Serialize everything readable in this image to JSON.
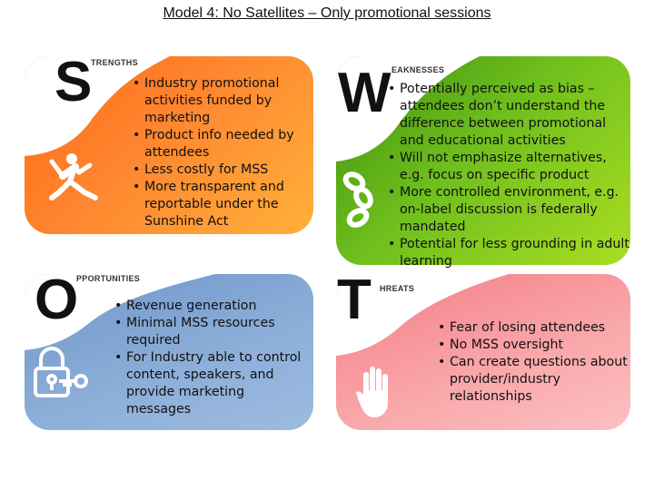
{
  "title": "Model 4: No Satellites – Only promotional sessions",
  "quadrants": [
    {
      "letter": "S",
      "rest": "TRENGTHS",
      "icon": "running-person-icon",
      "color": "#ff7a1f",
      "items": [
        "Industry promotional activities funded by marketing",
        "Product info needed by attendees",
        "Less costly for MSS",
        "More transparent and reportable under the Sunshine Act"
      ]
    },
    {
      "letter": "W",
      "rest": "EAKNESSES",
      "icon": "broken-chain-icon",
      "color": "#6fbf1d",
      "items": [
        "Potentially perceived as bias – attendees don’t understand the difference between promotional and educational activities",
        "Will not emphasize alternatives, e.g. focus on specific product",
        "More controlled environment, e.g. on-label discussion  is federally mandated",
        "Potential for less grounding in adult learning"
      ]
    },
    {
      "letter": "O",
      "rest": "PPORTUNITIES",
      "icon": "padlock-key-icon",
      "color": "#8dafd9",
      "items": [
        "Revenue generation",
        "Minimal MSS resources required",
        "For Industry able to control content, speakers, and provide marketing messages"
      ]
    },
    {
      "letter": "T",
      "rest": "HREATS",
      "icon": "stop-hand-icon",
      "color": "#f9a8ab",
      "items": [
        "Fear of losing attendees",
        "No MSS oversight",
        "Can create questions about provider/industry relationships"
      ]
    }
  ]
}
